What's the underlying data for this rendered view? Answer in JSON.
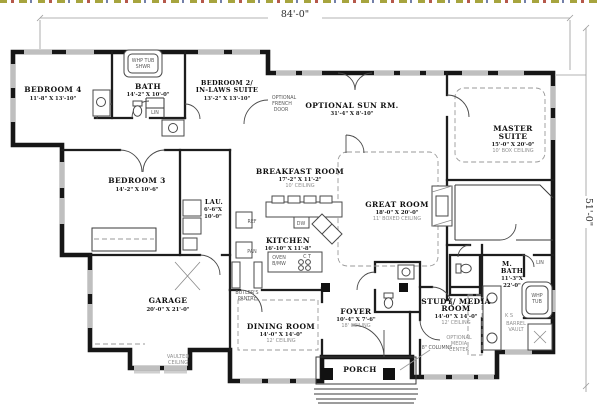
{
  "overall_dimensions": {
    "width": "84'-0\"",
    "depth": "51'-0\""
  },
  "colors": {
    "wall": "#161616",
    "window": "#bfbfbf",
    "note_text": "#8f8f8f",
    "paper": "#ffffff"
  },
  "rooms": {
    "bedroom4": {
      "name": "BEDROOM 4",
      "size": "11'-8\" X 13'-10\""
    },
    "bath": {
      "name": "BATH",
      "size": "14'-2\" X 10'-0\""
    },
    "bedroom2": {
      "name_line1": "BEDROOM 2/",
      "name_line2": "IN-LAWS SUITE",
      "size": "13'-2\" X 13'-10\""
    },
    "sunroom": {
      "name": "OPTIONAL SUN RM.",
      "size": "31'-4\" X 8'-10\""
    },
    "master": {
      "name_line1": "MASTER",
      "name_line2": "SUITE",
      "size": "15'-0\" X 20'-0\"",
      "ceiling": "10' BOX CEILING"
    },
    "bedroom3": {
      "name": "BEDROOM 3",
      "size": "14'-2\" X 10'-6\""
    },
    "laundry": {
      "name": "LAU.",
      "size_line1": "6'-6\"X",
      "size_line2": "10'-0\""
    },
    "breakfast": {
      "name": "BREAKFAST ROOM",
      "size": "17'-2\" X 11'-2\"",
      "ceiling": "10' CEILING"
    },
    "great": {
      "name": "GREAT ROOM",
      "size": "18'-0\" X 20'-0\"",
      "ceiling": "11' BOXED CEILING"
    },
    "kitchen": {
      "name": "KITCHEN",
      "size": "16'-10\" X 11'-8\""
    },
    "garage": {
      "name": "GARAGE",
      "size": "20'-0\" X 21'-0\"",
      "ceiling_line1": "VAULTED",
      "ceiling_line2": "CEILING"
    },
    "dining": {
      "name": "DINING ROOM",
      "size": "14'-0\" X 14'-0\"",
      "ceiling": "12' CEILING"
    },
    "foyer": {
      "name": "FOYER",
      "size": "10'-4\" X 7'-6\"",
      "ceiling": "18' CEILING"
    },
    "study": {
      "name_line1": "STUDY/ MEDIA",
      "name_line2": "ROOM",
      "size": "14'-0\" X 14'-0\"",
      "ceiling": "12' CEILING"
    },
    "porch": {
      "name": "PORCH"
    },
    "mbath": {
      "name_line1": "M.",
      "name_line2": "BATH",
      "size_line1": "11'-3\"X",
      "size_line2": "22'-0\""
    }
  },
  "annotations": {
    "whp_tub_shwr_line1": "WHP TUB",
    "whp_tub_shwr_line2": "SHWR",
    "french_line1": "OPTIONAL",
    "french_line2": "FRENCH",
    "french_line3": "DOOR",
    "lin_bath": "LIN",
    "lin_mbath": "LIN",
    "ref": "REF",
    "pan": "PAN",
    "dw": "DW",
    "oven_line1": "OVEN",
    "oven_line2": "B/MW",
    "cooktop": "C T",
    "butlers_line1": "BUTLER'S",
    "butlers_line2": "PANTRY",
    "columns": "8\" COLUMNS",
    "media_line1": "OPTIONAL",
    "media_line2": "MEDIA",
    "media_line3": "CENTER",
    "whp_tub_line1": "WHP",
    "whp_tub_line2": "TUB",
    "knee_space": "K S",
    "barrel_line1": "BARREL",
    "barrel_line2": "VAULT"
  }
}
